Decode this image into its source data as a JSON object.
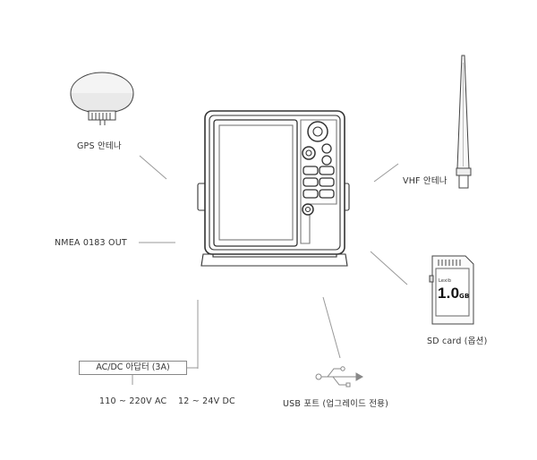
{
  "labels": {
    "gps_antenna": "GPS 안테나",
    "vhf_antenna": "VHF 안테나",
    "nmea_out": "NMEA 0183 OUT",
    "sd_card": "SD card (옵션)",
    "adapter": "AC/DC 아답터 (3A)",
    "ac_input": "110 ~ 220V AC",
    "dc_input": "12 ~ 24V DC",
    "usb_port": "USB 포트 (업그레이드 전용)"
  },
  "sd_card_face": {
    "capacity": "1.0",
    "unit": "GB",
    "brand": "Lexib"
  },
  "icons": [
    "gps-antenna-icon",
    "vhf-antenna-icon",
    "device-unit",
    "sd-card-icon",
    "usb-symbol-icon"
  ],
  "colors": {
    "line": "#444444",
    "leader": "#999999",
    "text": "#333333"
  }
}
